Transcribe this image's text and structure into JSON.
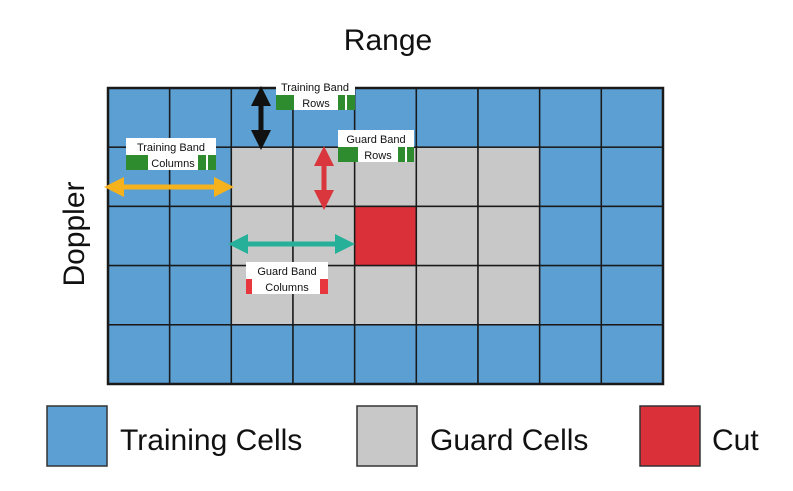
{
  "axes": {
    "horizontal_label": "Range",
    "vertical_label": "Doppler"
  },
  "grid": {
    "rows": 5,
    "cols": 9,
    "cells": [
      [
        "training",
        "training",
        "training",
        "training",
        "training",
        "training",
        "training",
        "training",
        "training"
      ],
      [
        "training",
        "training",
        "guard",
        "guard",
        "guard",
        "guard",
        "guard",
        "training",
        "training"
      ],
      [
        "training",
        "training",
        "guard",
        "guard",
        "cut",
        "guard",
        "guard",
        "training",
        "training"
      ],
      [
        "training",
        "training",
        "guard",
        "guard",
        "guard",
        "guard",
        "guard",
        "training",
        "training"
      ],
      [
        "training",
        "training",
        "training",
        "training",
        "training",
        "training",
        "training",
        "training",
        "training"
      ]
    ]
  },
  "annotations": {
    "training_band_rows": [
      "Training Band",
      "Rows"
    ],
    "training_band_columns": [
      "Training Band",
      "Columns"
    ],
    "guard_band_rows": [
      "Guard Band",
      "Rows"
    ],
    "guard_band_columns": [
      "Guard Band",
      "Columns"
    ]
  },
  "legend": [
    {
      "key": "training",
      "label": "Training Cells"
    },
    {
      "key": "guard",
      "label": "Guard Cells"
    },
    {
      "key": "cut",
      "label": "Cut"
    }
  ],
  "colors": {
    "training": "#5b9fd3",
    "guard": "#c8c8c8",
    "cut": "#d9303a",
    "grid_line": "#1a1a1a",
    "arrow_training_rows": "#111111",
    "arrow_training_columns": "#f5b21c",
    "arrow_guard_rows": "#d9363e",
    "arrow_guard_columns": "#26b09a",
    "tag_green": "#2e8b2e",
    "tag_red": "#e8363f"
  }
}
